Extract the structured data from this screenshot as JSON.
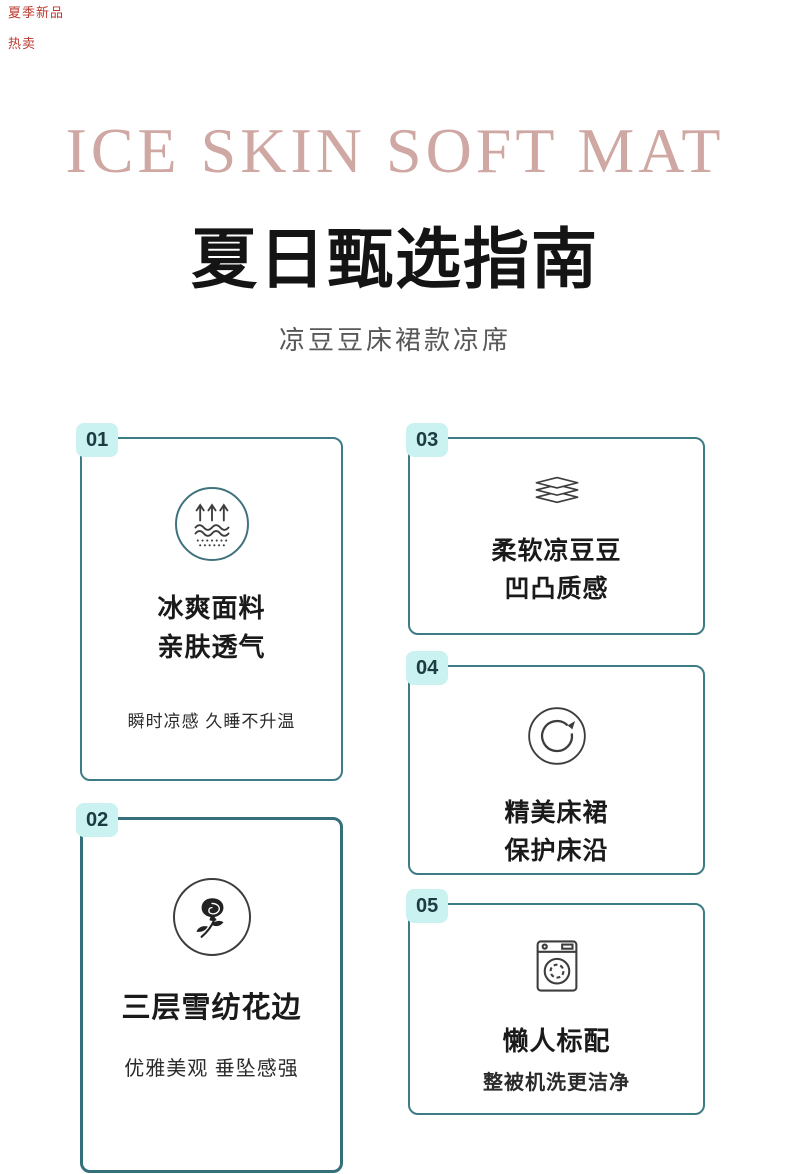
{
  "watermark": {
    "line1": "夏季新品",
    "line2": "热卖"
  },
  "header": {
    "title_en": "ICE SKIN SOFT MAT",
    "title_cn": "夏日甄选指南",
    "subtitle": "凉豆豆床裙款凉席"
  },
  "cards": [
    {
      "num": "01",
      "icon": "cool-breathable-icon",
      "title1": "冰爽面料",
      "title2": "亲肤透气",
      "desc": "瞬时凉感 久睡不升温"
    },
    {
      "num": "02",
      "icon": "chiffon-rose-icon",
      "title1": "三层雪纺花边",
      "desc": "优雅美观 垂坠感强"
    },
    {
      "num": "03",
      "icon": "soft-layers-icon",
      "title1": "柔软凉豆豆",
      "title2": "凹凸质感"
    },
    {
      "num": "04",
      "icon": "refresh-circle-icon",
      "title1": "精美床裙",
      "title2": "保护床沿"
    },
    {
      "num": "05",
      "icon": "washing-machine-icon",
      "title1": "懒人标配",
      "desc": "整被机洗更洁净"
    }
  ],
  "colors": {
    "card_border_teal": "#3E7C85",
    "badge_bg": "#C9F2F0",
    "title_en_pink": "#CFA7A3",
    "watermark_red": "#BB3A30"
  }
}
